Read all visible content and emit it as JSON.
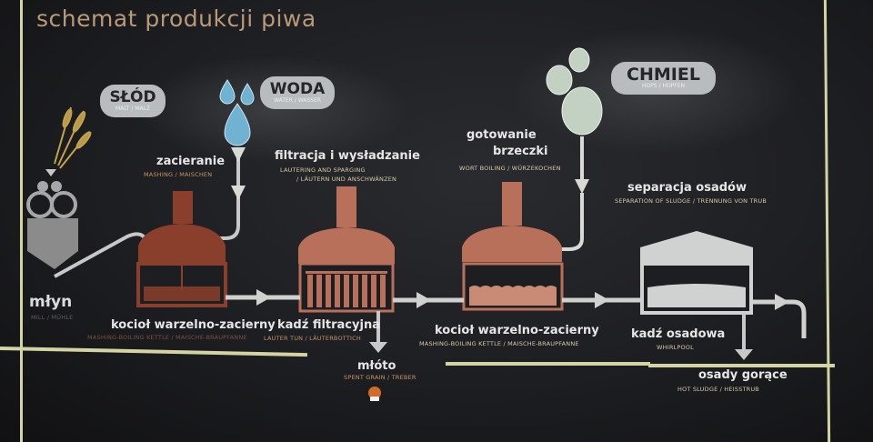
{
  "title": "schemat produkcji piwa",
  "ingredients": {
    "malt": {
      "label": "SŁÓD",
      "sub": "MALT / MALZ"
    },
    "water": {
      "label": "WODA",
      "sub": "WATER / WASSER"
    },
    "hops": {
      "label": "CHMIEL",
      "sub": "HOPS / HOPFEN"
    }
  },
  "steps": [
    {
      "id": "mill",
      "label": "młyn",
      "sub": "MILL / MÜHLE"
    },
    {
      "id": "mashing",
      "label": "zacieranie",
      "sub": "MASHING / MAISCHEN"
    },
    {
      "id": "mash-kettle",
      "label": "kocioł warzelno-zacierny",
      "sub": "MASHING-BOILING KETTLE / MAISCHE-BRAUPFANNE"
    },
    {
      "id": "lautering",
      "label": "filtracja i wysładzanie",
      "sub": "LAUTERING AND SPARGING",
      "sub2": "/ LÄUTERN UND ANSCHWÄNZEN"
    },
    {
      "id": "lauter-tun",
      "label": "kadź filtracyjna",
      "sub": "LAUTER TUN / LÄUTERBOTTICH"
    },
    {
      "id": "spent-grain",
      "label": "młóto",
      "sub": "SPENT GRAIN / TREBER"
    },
    {
      "id": "wort-boiling",
      "label": "gotowanie",
      "label2": "brzeczki",
      "sub": "WORT BOILING / WÜRZEKOCHEN"
    },
    {
      "id": "boil-kettle",
      "label": "kocioł warzelno-zacierny",
      "sub": "MASHING-BOILING KETTLE / MAISCHE-BRAUPFANNE"
    },
    {
      "id": "separation",
      "label": "separacja osadów",
      "sub": "SEPARATION OF SLUDGE / TRENNUNG VON TRUB"
    },
    {
      "id": "whirlpool",
      "label": "kadź osadowa",
      "sub": "WHIRLPOOL"
    },
    {
      "id": "hot-sludge",
      "label": "osady gorące",
      "sub": "HOT SLUDGE / HEISSTRUB"
    }
  ],
  "colors": {
    "board": "#1d1e21",
    "chalk": "#d9dad6",
    "copper": "#b8705a",
    "copper_dark": "#8a3e2c",
    "frame": "#d4d3a4",
    "title": "#b99a78",
    "water": "#6fb2d2"
  }
}
